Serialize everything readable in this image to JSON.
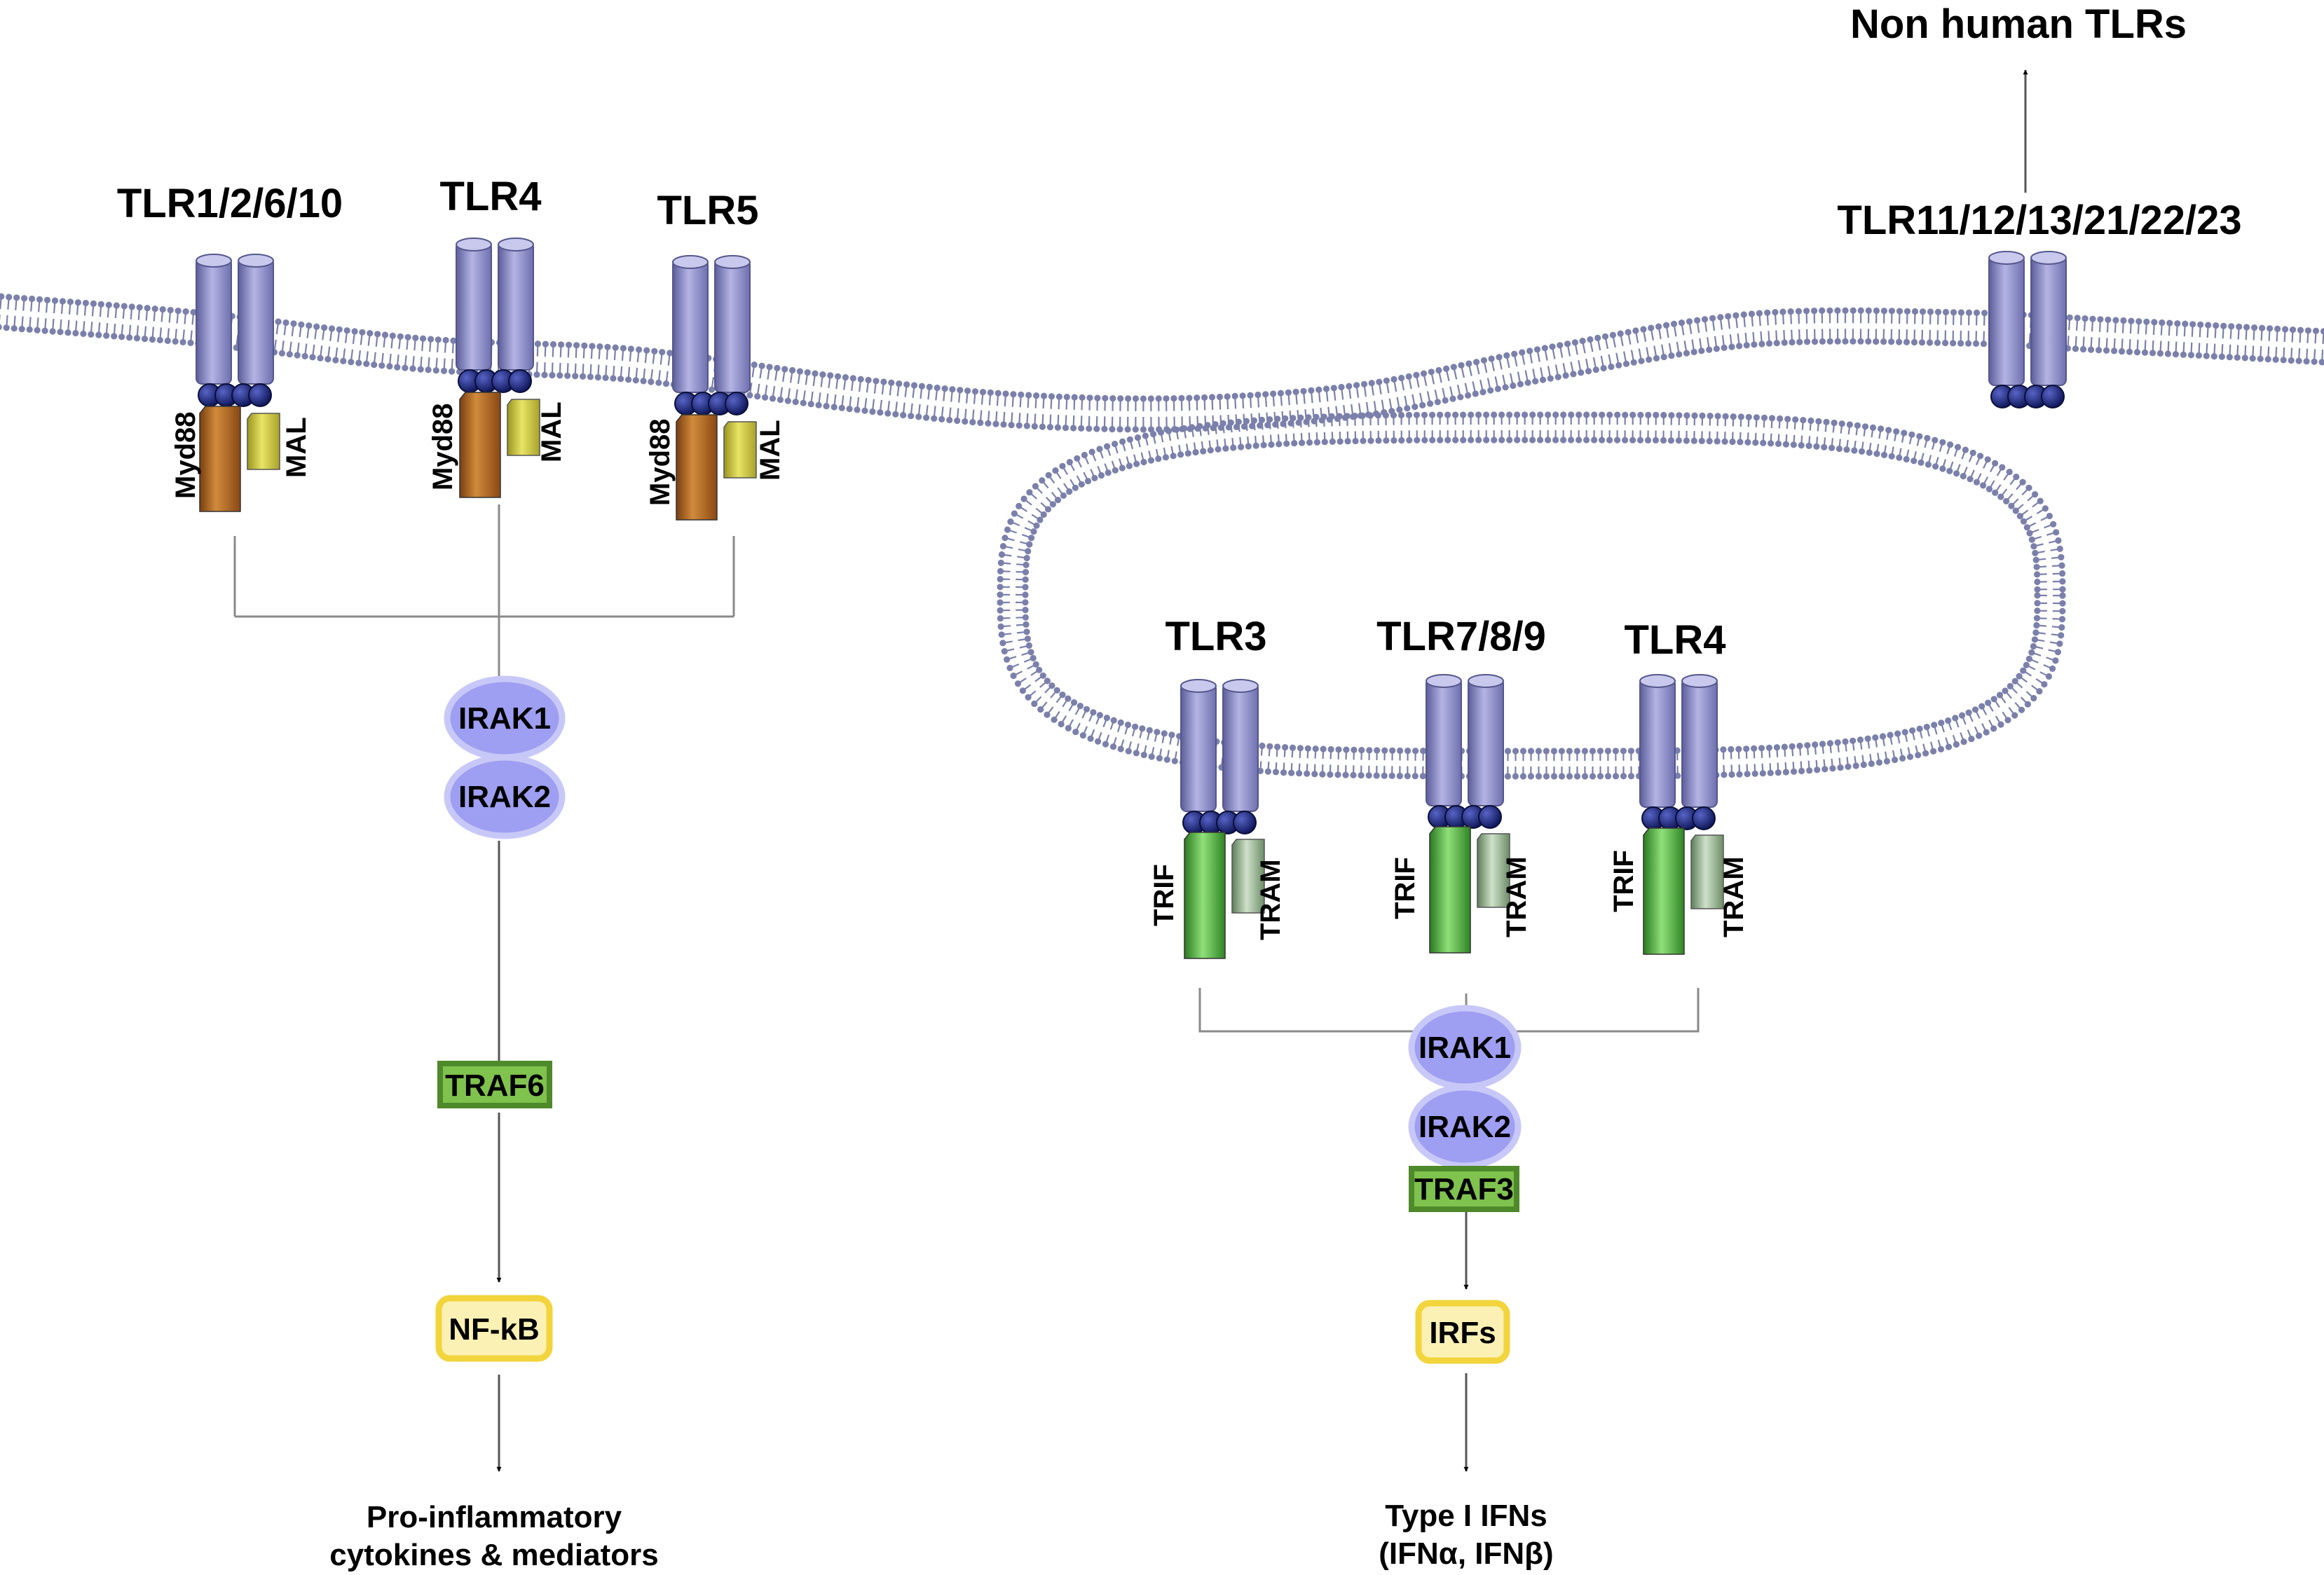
{
  "plasma_receptors": [
    {
      "label": "TLR1/2/6/10",
      "adaptor_1": "Myd88",
      "adaptor_2": "MAL"
    },
    {
      "label": "TLR4",
      "adaptor_1": "Myd88",
      "adaptor_2": "MAL"
    },
    {
      "label": "TLR5",
      "adaptor_1": "Myd88",
      "adaptor_2": "MAL"
    }
  ],
  "non_human": {
    "label": "TLR11/12/13/21/22/23",
    "arrow_label": "Non human TLRs"
  },
  "endosome_receptors": [
    {
      "label": "TLR3",
      "adaptor_1": "TRIF",
      "adaptor_2": "TRAM"
    },
    {
      "label": "TLR7/8/9",
      "adaptor_1": "TRIF",
      "adaptor_2": "TRAM"
    },
    {
      "label": "TLR4",
      "adaptor_1": "TRIF",
      "adaptor_2": "TRAM"
    }
  ],
  "myd88_pathway": {
    "kinase_1": "IRAK1",
    "kinase_2": "IRAK2",
    "traf": "TRAF6",
    "factor": "NF-kB",
    "output_line1": "Pro-inflammatory",
    "output_line2": "cytokines & mediators"
  },
  "trif_pathway": {
    "kinase_1": "IRAK1",
    "kinase_2": "IRAK2",
    "traf": "TRAF3",
    "factor": "IRFs",
    "output_line1": "Type I IFNs",
    "output_line2": "(IFNα, IFNβ)"
  },
  "colors": {
    "receptor": "#8f8fc6",
    "tir": "#141e6e",
    "myd88": "#b0601e",
    "mal": "#c9c437",
    "trif": "#3f9a2f",
    "tram": "#8fae8a",
    "irak": "#9e9ef2",
    "traf": "#7fc24e",
    "factor": "#f7df5a",
    "membrane": "#7b80ab"
  }
}
